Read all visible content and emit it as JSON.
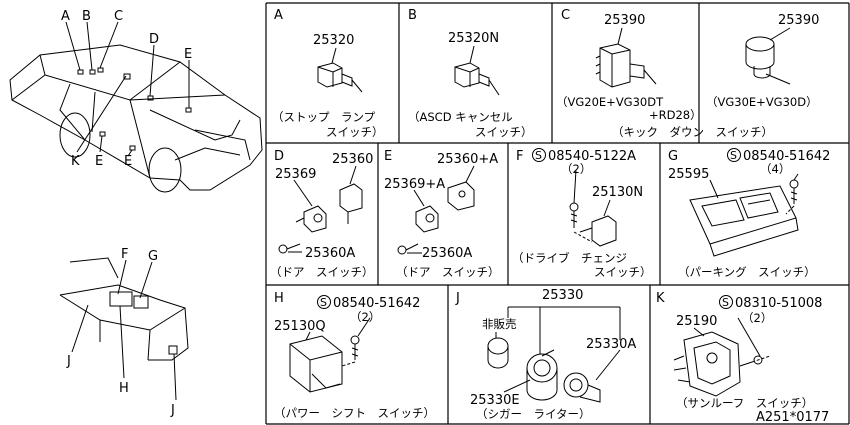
{
  "overview": {
    "car_callouts": [
      "A",
      "B",
      "C",
      "D",
      "E",
      "K",
      "E",
      "E"
    ],
    "console_callouts": [
      "F",
      "G",
      "J",
      "H",
      "J"
    ]
  },
  "panels": {
    "A": {
      "letter": "A",
      "part": "25320",
      "caption1": "（ストップ　ランプ",
      "caption2": "スイッチ）"
    },
    "B": {
      "letter": "B",
      "part": "25320N",
      "caption1": "（ASCD キャンセル",
      "caption2": "スイッチ）"
    },
    "C": {
      "letter": "C",
      "part1": "25390",
      "part2": "25390",
      "engine1a": "（VG20E+VG30DT",
      "engine1b": "+RD28）",
      "engine2": "（VG30E+VG30D）",
      "caption": "（キック　ダウン　スイッチ）"
    },
    "D": {
      "letter": "D",
      "part_top": "25360",
      "part_mid": "25369",
      "part_bot": "25360A",
      "caption": "（ドア　スイッチ）"
    },
    "E": {
      "letter": "E",
      "part_top": "25360+A",
      "part_mid": "25369+A",
      "part_bot": "25360A",
      "caption": "（ドア　スイッチ）"
    },
    "F": {
      "letter": "F",
      "screw_mark": "S",
      "screw": "08540-5122A",
      "qty": "（2）",
      "part": "25130N",
      "caption1": "（ドライブ　チェンジ",
      "caption2": "スイッチ）"
    },
    "G": {
      "letter": "G",
      "part": "25595",
      "screw_mark": "S",
      "screw": "08540-51642",
      "qty": "（4）",
      "caption": "（パーキング　スイッチ）"
    },
    "H": {
      "letter": "H",
      "screw_mark": "S",
      "screw": "08540-51642",
      "qty": "（2）",
      "part": "25130Q",
      "caption": "（パワー　シフト　スイッチ）"
    },
    "J": {
      "letter": "J",
      "part_top": "25330",
      "note": "非販売",
      "part_right": "25330A",
      "part_bot": "25330E",
      "caption": "（シガー　ライター）"
    },
    "K": {
      "letter": "K",
      "screw_mark": "S",
      "screw": "08310-51008",
      "qty": "（2）",
      "part": "25190",
      "caption": "（サンルーフ　スイッチ）"
    }
  },
  "diagram_code": "A251*0177"
}
